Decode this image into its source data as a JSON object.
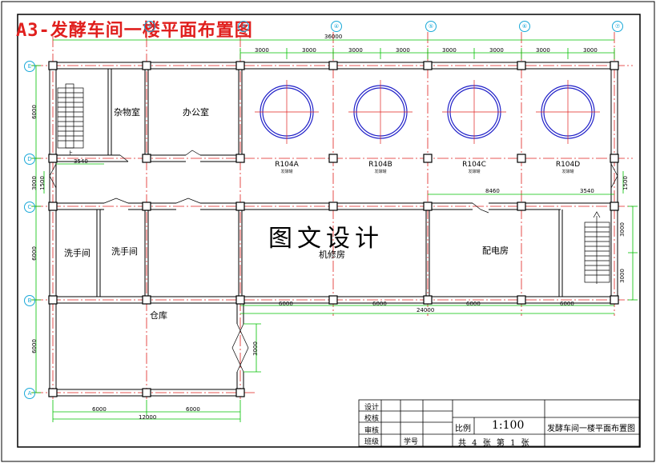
{
  "title": "A3-发酵车间一楼平面布置图",
  "watermark": "图文设计",
  "axes": {
    "columns": [
      "①",
      "②",
      "③",
      "④",
      "⑤",
      "⑥",
      "⑦"
    ],
    "rows": [
      "E",
      "D",
      "C",
      "B",
      "A"
    ]
  },
  "rooms": {
    "storage_misc": "杂物室",
    "office": "办公室",
    "washroom_1": "洗手间",
    "washroom_2": "洗手间",
    "machine_repair": "机修房",
    "power_dist": "配电房",
    "warehouse": "仓库",
    "stair_up_mark": "上"
  },
  "tanks": [
    {
      "code": "R104A",
      "sub": "发酵罐"
    },
    {
      "code": "R104B",
      "sub": "发酵罐"
    },
    {
      "code": "R104C",
      "sub": "发酵罐"
    },
    {
      "code": "R104D",
      "sub": "发酵罐"
    }
  ],
  "dimensions": {
    "top_total": "36000",
    "top_segments": [
      "3000",
      "3000",
      "3000",
      "3000",
      "3000",
      "3000",
      "3000",
      "3000"
    ],
    "left": [
      "6000",
      "3000",
      "6000",
      "6000"
    ],
    "left_sub": "1500",
    "corridor_left": "3540",
    "corridor_mid": "8460",
    "corridor_right": "3540",
    "right_sub": "1500",
    "right_stair": [
      "3000",
      "3000"
    ],
    "lower_segments": [
      "6000",
      "6000",
      "6000",
      "6000"
    ],
    "lower_total": "24000",
    "warehouse_door": "3000",
    "bottom_segments": [
      "6000",
      "6000"
    ],
    "bottom_total": "12000"
  },
  "title_block": {
    "labels": [
      "设计",
      "校核",
      "审核",
      "班级"
    ],
    "student_label": "学号",
    "scale_label": "比例",
    "scale_value": "1:100",
    "drawing_name": "发酵车间一楼平面布置图",
    "sheet_info": "共 4 张 第 1 张"
  },
  "colors": {
    "title_red": "#e0201e",
    "axis_red": "#e0201e",
    "dim_green": "#00c000",
    "tank_blue": "#2020c8",
    "axis_cyan": "#18a8d8",
    "wall": "#000000"
  }
}
